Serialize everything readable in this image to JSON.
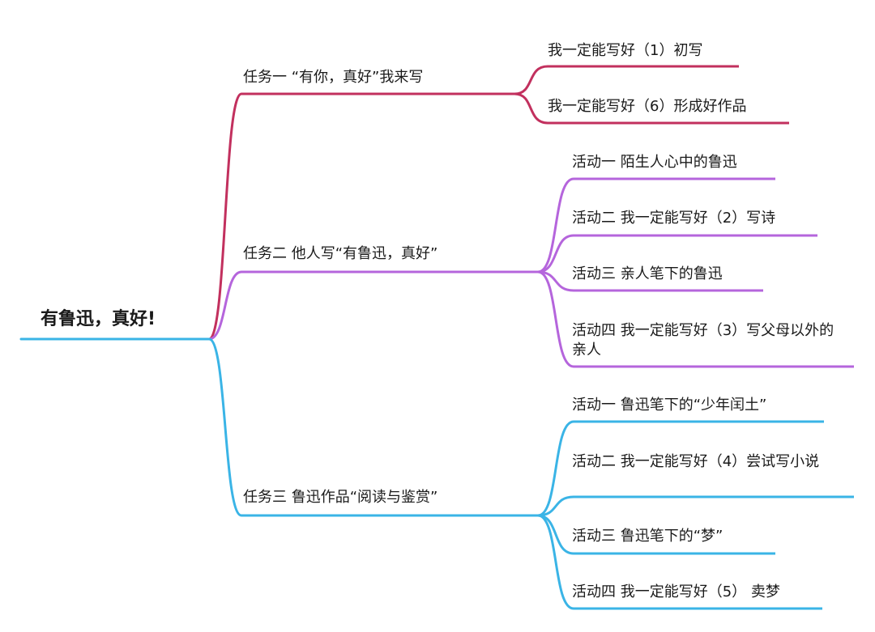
{
  "root": {
    "label": "有鲁迅，真好!",
    "color": "#3ab4e6"
  },
  "tasks": [
    {
      "label": "任务一 “有你，真好”我来写",
      "color": "#c2305e",
      "children": [
        "我一定能写好（1）初写",
        "我一定能写好（6）形成好作品"
      ]
    },
    {
      "label": "任务二  他人写“有鲁迅，真好”",
      "color": "#b565dc",
      "children": [
        "活动一 陌生人心中的鲁迅",
        "活动二 我一定能写好（2）写诗",
        "活动三 亲人笔下的鲁迅",
        "活动四 我一定能写好（3）写父母以外的亲人"
      ]
    },
    {
      "label": "任务三  鲁迅作品“阅读与鉴赏”",
      "color": "#3ab4e6",
      "children": [
        "活动一 鲁迅笔下的“少年闰土”",
        "活动二 我一定能写好（4）尝试写小说",
        "活动三 鲁迅笔下的“梦”",
        "活动四 我一定能写好（5） 卖梦"
      ]
    }
  ]
}
